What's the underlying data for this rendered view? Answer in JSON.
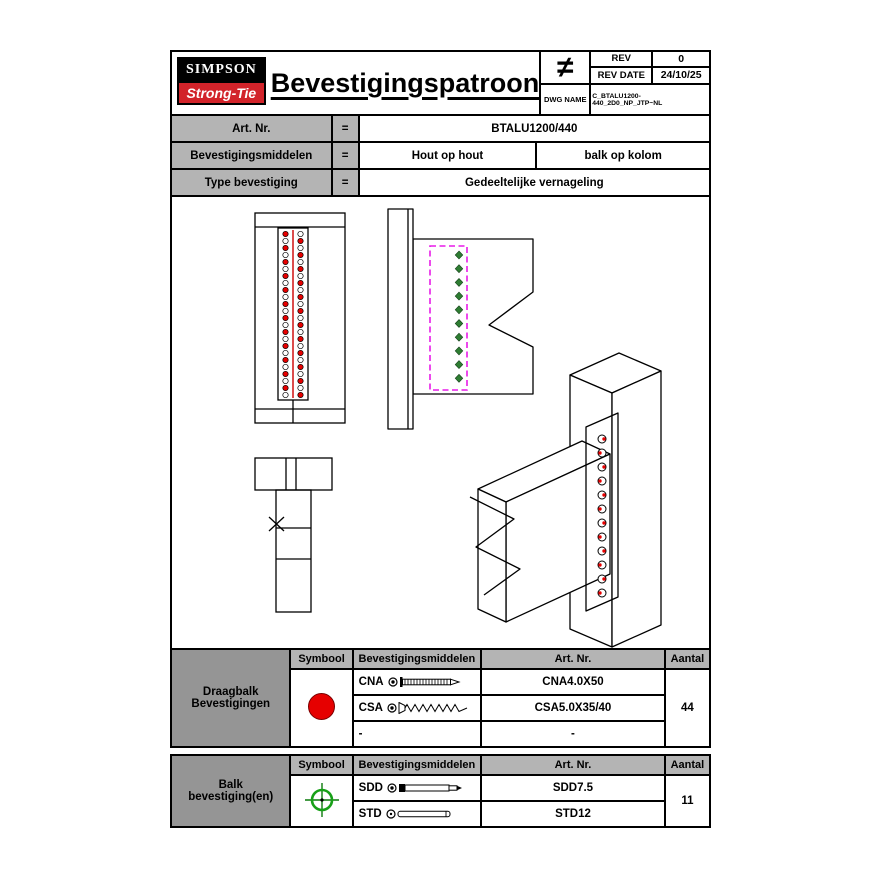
{
  "colors": {
    "logo_red": "#d2232a",
    "fastener_red": "#e60000",
    "diamond_green": "#2e7d32",
    "crosshair_green": "#18a018",
    "outline_magenta": "#e81ce8",
    "header_gray": "#b4b4b4",
    "group_gray": "#959595"
  },
  "logo": {
    "top": "SIMPSON",
    "bottom": "Strong-Tie"
  },
  "header": {
    "title": "Bevestigingspatroon",
    "projection_symbol": "≠",
    "rev_label": "REV",
    "rev_value": "0",
    "rev_date_label": "REV DATE",
    "rev_date_value": "24/10/25",
    "dwg_label": "DWG NAME",
    "dwg_value": "C_BTALU1200-440_2D0_NP_JTP~NL"
  },
  "info_table": {
    "rows": [
      {
        "label": "Art. Nr.",
        "eq": "=",
        "values": [
          "BTALU1200/440"
        ]
      },
      {
        "label": "Bevestigingsmiddelen",
        "eq": "=",
        "values": [
          "Hout op hout",
          "balk op kolom"
        ]
      },
      {
        "label": "Type bevestiging",
        "eq": "=",
        "values": [
          "Gedeeltelijke vernageling"
        ]
      }
    ]
  },
  "fastener_tables": [
    {
      "group_label": "Draagbalk Bevestigingen",
      "headers": {
        "symbol": "Symbool",
        "fasteners": "Bevestigingsmiddelen",
        "art": "Art. Nr.",
        "qty": "Aantal"
      },
      "symbol": "red-circle",
      "rows": [
        {
          "code": "CNA",
          "art": "CNA4.0X50"
        },
        {
          "code": "CSA",
          "art": "CSA5.0X35/40"
        },
        {
          "code": "-",
          "art": "-"
        }
      ],
      "qty": "44"
    },
    {
      "group_label": "Balk bevestiging(en)",
      "headers": {
        "symbol": "Symbool",
        "fasteners": "Bevestigingsmiddelen",
        "art": "Art. Nr.",
        "qty": "Aantal"
      },
      "symbol": "green-crosshair",
      "rows": [
        {
          "code": "SDD",
          "art": "SDD7.5"
        },
        {
          "code": "STD",
          "art": "STD12"
        }
      ],
      "qty": "11"
    }
  ]
}
